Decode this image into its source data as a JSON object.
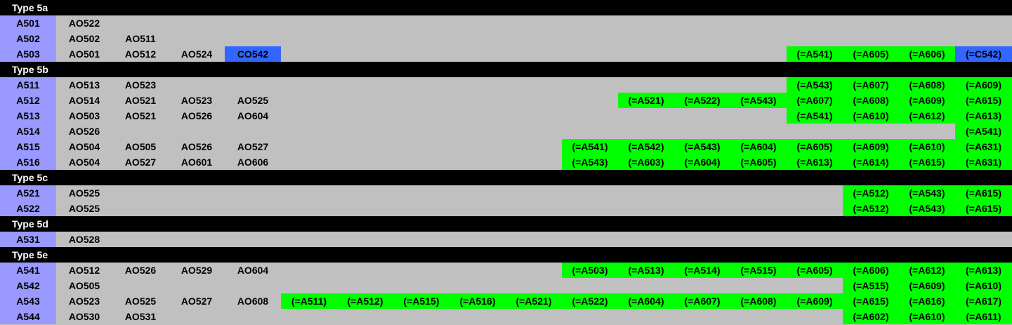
{
  "colors": {
    "header_bg": "#000000",
    "header_text": "#ffffff",
    "sheet_bg": "#c0c0c0",
    "id_col_bg": "#9999ff",
    "link_green": "#00ff00",
    "highlight_blue": "#3366ff"
  },
  "sections": [
    {
      "title": "Type 5a",
      "rows": [
        {
          "id": "A501",
          "aos": [
            "AO522"
          ],
          "refs": []
        },
        {
          "id": "A502",
          "aos": [
            "AO502",
            "AO511"
          ],
          "refs": []
        },
        {
          "id": "A503",
          "aos": [
            "AO501",
            "AO512",
            "AO524"
          ],
          "extra": "CO542",
          "refs": [
            {
              "col": 14,
              "text": "(=A541)",
              "color": "green"
            },
            {
              "col": 15,
              "text": "(=A605)",
              "color": "green"
            },
            {
              "col": 16,
              "text": "(=A606)",
              "color": "green"
            },
            {
              "col": 17,
              "text": "(=C542)",
              "color": "blue"
            }
          ]
        }
      ]
    },
    {
      "title": "Type 5b",
      "rows": [
        {
          "id": "A511",
          "aos": [
            "AO513",
            "AO523"
          ],
          "refs": [
            {
              "col": 14,
              "text": "(=A543)",
              "color": "green"
            },
            {
              "col": 15,
              "text": "(=A607)",
              "color": "green"
            },
            {
              "col": 16,
              "text": "(=A608)",
              "color": "green"
            },
            {
              "col": 17,
              "text": "(=A609)",
              "color": "green"
            }
          ]
        },
        {
          "id": "A512",
          "aos": [
            "AO514",
            "AO521",
            "AO523",
            "AO525"
          ],
          "refs": [
            {
              "col": 11,
              "text": "(=A521)",
              "color": "green"
            },
            {
              "col": 12,
              "text": "(=A522)",
              "color": "green"
            },
            {
              "col": 13,
              "text": "(=A543)",
              "color": "green"
            },
            {
              "col": 14,
              "text": "(=A607)",
              "color": "green"
            },
            {
              "col": 15,
              "text": "(=A608)",
              "color": "green"
            },
            {
              "col": 16,
              "text": "(=A609)",
              "color": "green"
            },
            {
              "col": 17,
              "text": "(=A615)",
              "color": "green"
            }
          ]
        },
        {
          "id": "A513",
          "aos": [
            "AO503",
            "AO521",
            "AO526",
            "AO604"
          ],
          "refs": [
            {
              "col": 14,
              "text": "(=A541)",
              "color": "green"
            },
            {
              "col": 15,
              "text": "(=A610)",
              "color": "green"
            },
            {
              "col": 16,
              "text": "(=A612)",
              "color": "green"
            },
            {
              "col": 17,
              "text": "(=A613)",
              "color": "green"
            }
          ]
        },
        {
          "id": "A514",
          "aos": [
            "AO526"
          ],
          "refs": [
            {
              "col": 17,
              "text": "(=A541)",
              "color": "green"
            }
          ]
        },
        {
          "id": "A515",
          "aos": [
            "AO504",
            "AO505",
            "AO526",
            "AO527"
          ],
          "refs": [
            {
              "col": 10,
              "text": "(=A541)",
              "color": "green"
            },
            {
              "col": 11,
              "text": "(=A542)",
              "color": "green"
            },
            {
              "col": 12,
              "text": "(=A543)",
              "color": "green"
            },
            {
              "col": 13,
              "text": "(=A604)",
              "color": "green"
            },
            {
              "col": 14,
              "text": "(=A605)",
              "color": "green"
            },
            {
              "col": 15,
              "text": "(=A609)",
              "color": "green"
            },
            {
              "col": 16,
              "text": "(=A610)",
              "color": "green"
            },
            {
              "col": 17,
              "text": "(=A631)",
              "color": "green"
            }
          ]
        },
        {
          "id": "A516",
          "aos": [
            "AO504",
            "AO527",
            "AO601",
            "AO606"
          ],
          "refs": [
            {
              "col": 10,
              "text": "(=A543)",
              "color": "green"
            },
            {
              "col": 11,
              "text": "(=A603)",
              "color": "green"
            },
            {
              "col": 12,
              "text": "(=A604)",
              "color": "green"
            },
            {
              "col": 13,
              "text": "(=A605)",
              "color": "green"
            },
            {
              "col": 14,
              "text": "(=A613)",
              "color": "green"
            },
            {
              "col": 15,
              "text": "(=A614)",
              "color": "green"
            },
            {
              "col": 16,
              "text": "(=A615)",
              "color": "green"
            },
            {
              "col": 17,
              "text": "(=A631)",
              "color": "green"
            }
          ]
        }
      ]
    },
    {
      "title": "Type 5c",
      "rows": [
        {
          "id": "A521",
          "aos": [
            "AO525"
          ],
          "refs": [
            {
              "col": 15,
              "text": "(=A512)",
              "color": "green"
            },
            {
              "col": 16,
              "text": "(=A543)",
              "color": "green"
            },
            {
              "col": 17,
              "text": "(=A615)",
              "color": "green"
            }
          ]
        },
        {
          "id": "A522",
          "aos": [
            "AO525"
          ],
          "refs": [
            {
              "col": 15,
              "text": "(=A512)",
              "color": "green"
            },
            {
              "col": 16,
              "text": "(=A543)",
              "color": "green"
            },
            {
              "col": 17,
              "text": "(=A615)",
              "color": "green"
            }
          ]
        }
      ]
    },
    {
      "title": "Type 5d",
      "rows": [
        {
          "id": "A531",
          "aos": [
            "AO528"
          ],
          "refs": []
        }
      ]
    },
    {
      "title": "Type 5e",
      "rows": [
        {
          "id": "A541",
          "aos": [
            "AO512",
            "AO526",
            "AO529",
            "AO604"
          ],
          "refs": [
            {
              "col": 10,
              "text": "(=A503)",
              "color": "green"
            },
            {
              "col": 11,
              "text": "(=A513)",
              "color": "green"
            },
            {
              "col": 12,
              "text": "(=A514)",
              "color": "green"
            },
            {
              "col": 13,
              "text": "(=A515)",
              "color": "green"
            },
            {
              "col": 14,
              "text": "(=A605)",
              "color": "green"
            },
            {
              "col": 15,
              "text": "(=A606)",
              "color": "green"
            },
            {
              "col": 16,
              "text": "(=A612)",
              "color": "green"
            },
            {
              "col": 17,
              "text": "(=A613)",
              "color": "green"
            }
          ]
        },
        {
          "id": "A542",
          "aos": [
            "AO505"
          ],
          "refs": [
            {
              "col": 15,
              "text": "(=A515)",
              "color": "green"
            },
            {
              "col": 16,
              "text": "(=A609)",
              "color": "green"
            },
            {
              "col": 17,
              "text": "(=A610)",
              "color": "green"
            }
          ]
        },
        {
          "id": "A543",
          "aos": [
            "AO523",
            "AO525",
            "AO527",
            "AO608"
          ],
          "refs": [
            {
              "col": 5,
              "text": "(=A511)",
              "color": "green"
            },
            {
              "col": 6,
              "text": "(=A512)",
              "color": "green"
            },
            {
              "col": 7,
              "text": "(=A515)",
              "color": "green"
            },
            {
              "col": 8,
              "text": "(=A516)",
              "color": "green"
            },
            {
              "col": 9,
              "text": "(=A521)",
              "color": "green"
            },
            {
              "col": 10,
              "text": "(=A522)",
              "color": "green"
            },
            {
              "col": 11,
              "text": "(=A604)",
              "color": "green"
            },
            {
              "col": 12,
              "text": "(=A607)",
              "color": "green"
            },
            {
              "col": 13,
              "text": "(=A608)",
              "color": "green"
            },
            {
              "col": 14,
              "text": "(=A609)",
              "color": "green"
            },
            {
              "col": 15,
              "text": "(=A615)",
              "color": "green"
            },
            {
              "col": 16,
              "text": "(=A616)",
              "color": "green"
            },
            {
              "col": 17,
              "text": "(=A617)",
              "color": "green"
            }
          ]
        },
        {
          "id": "A544",
          "aos": [
            "AO530",
            "AO531"
          ],
          "refs": [
            {
              "col": 15,
              "text": "(=A602)",
              "color": "green"
            },
            {
              "col": 16,
              "text": "(=A610)",
              "color": "green"
            },
            {
              "col": 17,
              "text": "(=A611)",
              "color": "green"
            }
          ]
        }
      ]
    }
  ]
}
